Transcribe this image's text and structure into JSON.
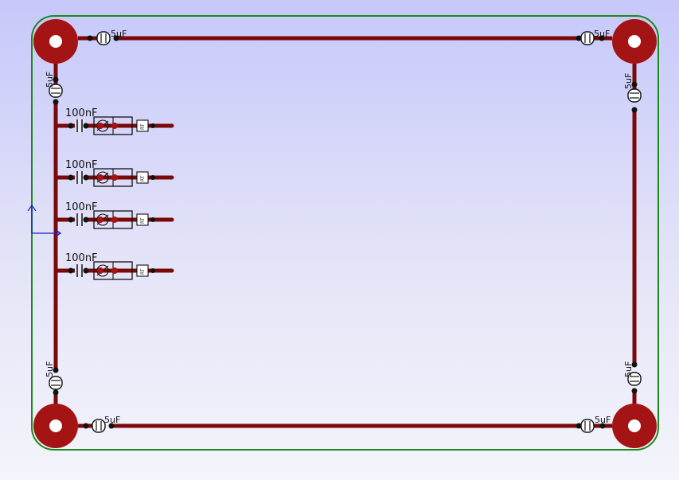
{
  "board": {
    "outline_color": "#1a8a1a",
    "trace_color": "#7a0a0a",
    "pad_color": "#a51414",
    "part_color": "#000000",
    "origin_color": "#1f1fbf"
  },
  "labels": {
    "cap_5uf": "5uF",
    "cap_100nf": "100nF",
    "rt": "RT"
  }
}
